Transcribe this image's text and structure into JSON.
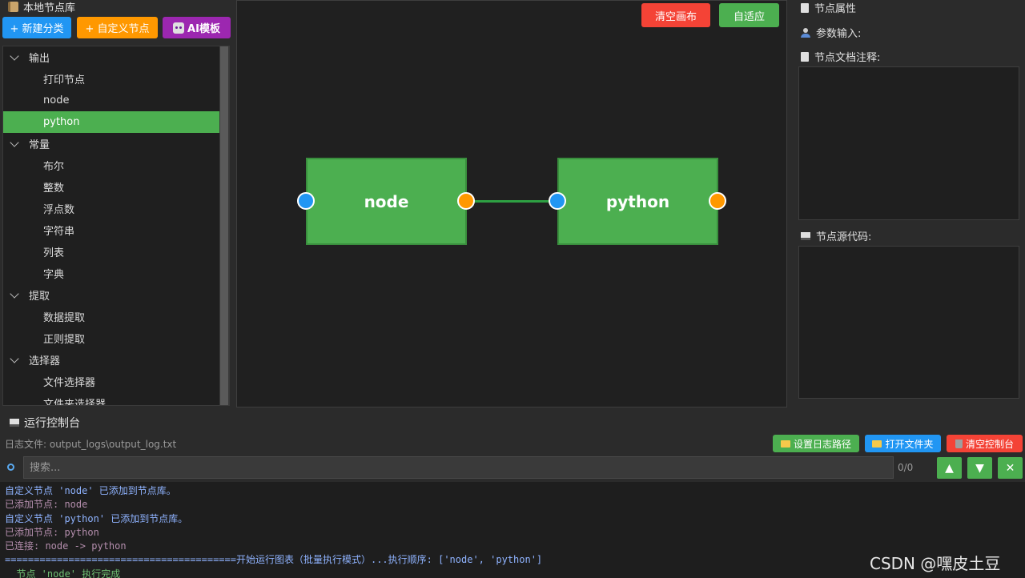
{
  "left_panel": {
    "title": "本地节点库",
    "buttons": {
      "new_category": "+ 新建分类",
      "custom_node": "+ 自定义节点",
      "ai_template": "AI模板"
    },
    "tree": [
      {
        "label": "输出",
        "type": "category"
      },
      {
        "label": "打印节点",
        "type": "leaf"
      },
      {
        "label": "node",
        "type": "leaf"
      },
      {
        "label": "python",
        "type": "leaf",
        "selected": true
      },
      {
        "label": "常量",
        "type": "category"
      },
      {
        "label": "布尔",
        "type": "leaf"
      },
      {
        "label": "整数",
        "type": "leaf"
      },
      {
        "label": "浮点数",
        "type": "leaf"
      },
      {
        "label": "字符串",
        "type": "leaf"
      },
      {
        "label": "列表",
        "type": "leaf"
      },
      {
        "label": "字典",
        "type": "leaf"
      },
      {
        "label": "提取",
        "type": "category"
      },
      {
        "label": "数据提取",
        "type": "leaf"
      },
      {
        "label": "正则提取",
        "type": "leaf"
      },
      {
        "label": "选择器",
        "type": "category"
      },
      {
        "label": "文件选择器",
        "type": "leaf"
      },
      {
        "label": "文件夹选择器",
        "type": "leaf"
      }
    ]
  },
  "canvas": {
    "clear_button": "清空画布",
    "fit_button": "自适应",
    "nodes": [
      {
        "label": "node"
      },
      {
        "label": "python"
      }
    ]
  },
  "right_panel": {
    "title": "节点属性",
    "param_input": "参数输入:",
    "doc_comment": "节点文档注释:",
    "source_code": "节点源代码:"
  },
  "console": {
    "title": "运行控制台",
    "log_file": "日志文件: output_logs\\output_log.txt",
    "set_log_path": "设置日志路径",
    "open_folder": "打开文件夹",
    "clear_console": "清空控制台",
    "search_placeholder": "搜索...",
    "match_count": "0/0",
    "up": "▲",
    "down": "▼",
    "close": "✕",
    "lines": [
      {
        "text": "自定义节点 'node' 已添加到节点库。",
        "color": "blue"
      },
      {
        "text": "已添加节点: node",
        "color": "purple"
      },
      {
        "text": "自定义节点 'python' 已添加到节点库。",
        "color": "blue"
      },
      {
        "text": "已添加节点: python",
        "color": "purple"
      },
      {
        "text": "已连接: node -> python",
        "color": "purple"
      },
      {
        "text": "========================================开始运行图表（批量执行模式）...执行顺序: ['node', 'python']",
        "color": "blue"
      },
      {
        "text": "  节点 'node' 执行完成",
        "color": "green"
      }
    ]
  },
  "watermark": "CSDN @嘿皮土豆",
  "colors": {
    "accent_green": "#4caf50",
    "blue": "#2196f3",
    "orange": "#ff9800",
    "red": "#f44336",
    "purple": "#9c27b0"
  }
}
